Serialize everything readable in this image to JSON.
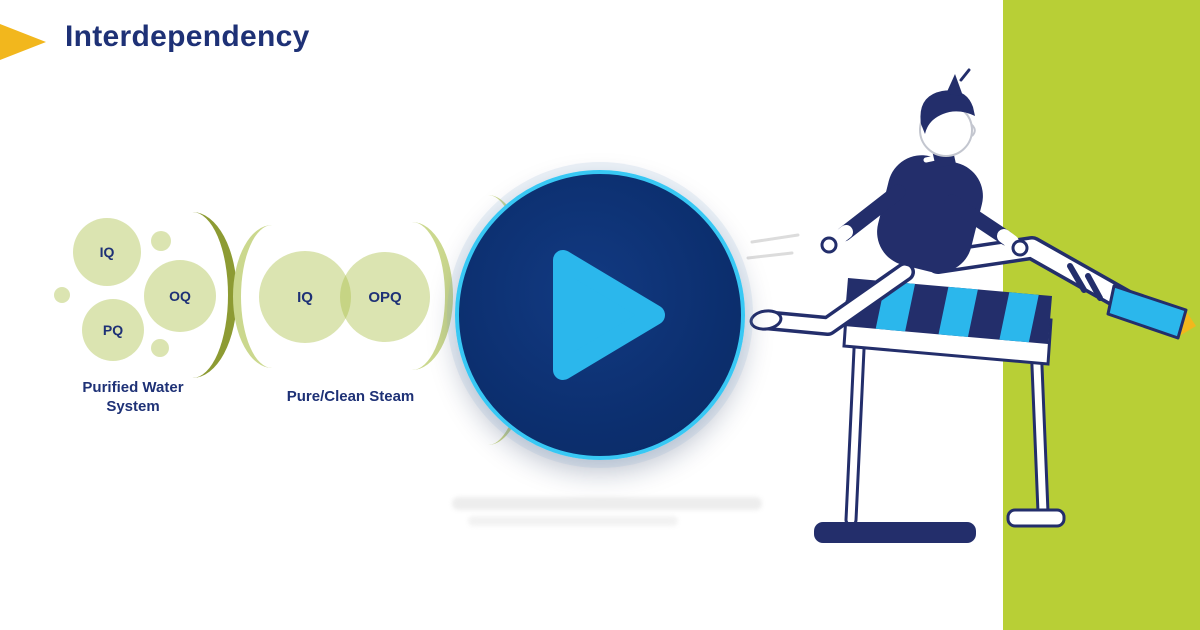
{
  "slide": {
    "title": "Interdependency"
  },
  "diagram": {
    "water_system": {
      "circles": [
        {
          "label": "IQ"
        },
        {
          "label": "OQ"
        },
        {
          "label": "PQ"
        }
      ],
      "caption_line1": "Purified Water",
      "caption_line2": "System"
    },
    "steam": {
      "circles": [
        {
          "label": "IQ"
        },
        {
          "label": "OPQ"
        }
      ],
      "caption": "Pure/Clean Steam"
    }
  },
  "player": {
    "play_icon": "play-icon"
  },
  "icons": {
    "play": "▶"
  },
  "illustration": {
    "name": "person-jumping-hurdle"
  },
  "colors": {
    "title_navy": "#1e3176",
    "accent_yellow": "#f2b71d",
    "band_green": "#b8cf36",
    "circle_green": "rgba(170,190,70,0.42)",
    "arc_dark_olive": "#8d9b33",
    "arc_light_green": "#cbd88e",
    "play_button_navy": "#0c2f6f",
    "play_ring_cyan": "#38c8f4",
    "play_cyan": "#2bb7ec",
    "illustration_navy": "#232e6b"
  }
}
